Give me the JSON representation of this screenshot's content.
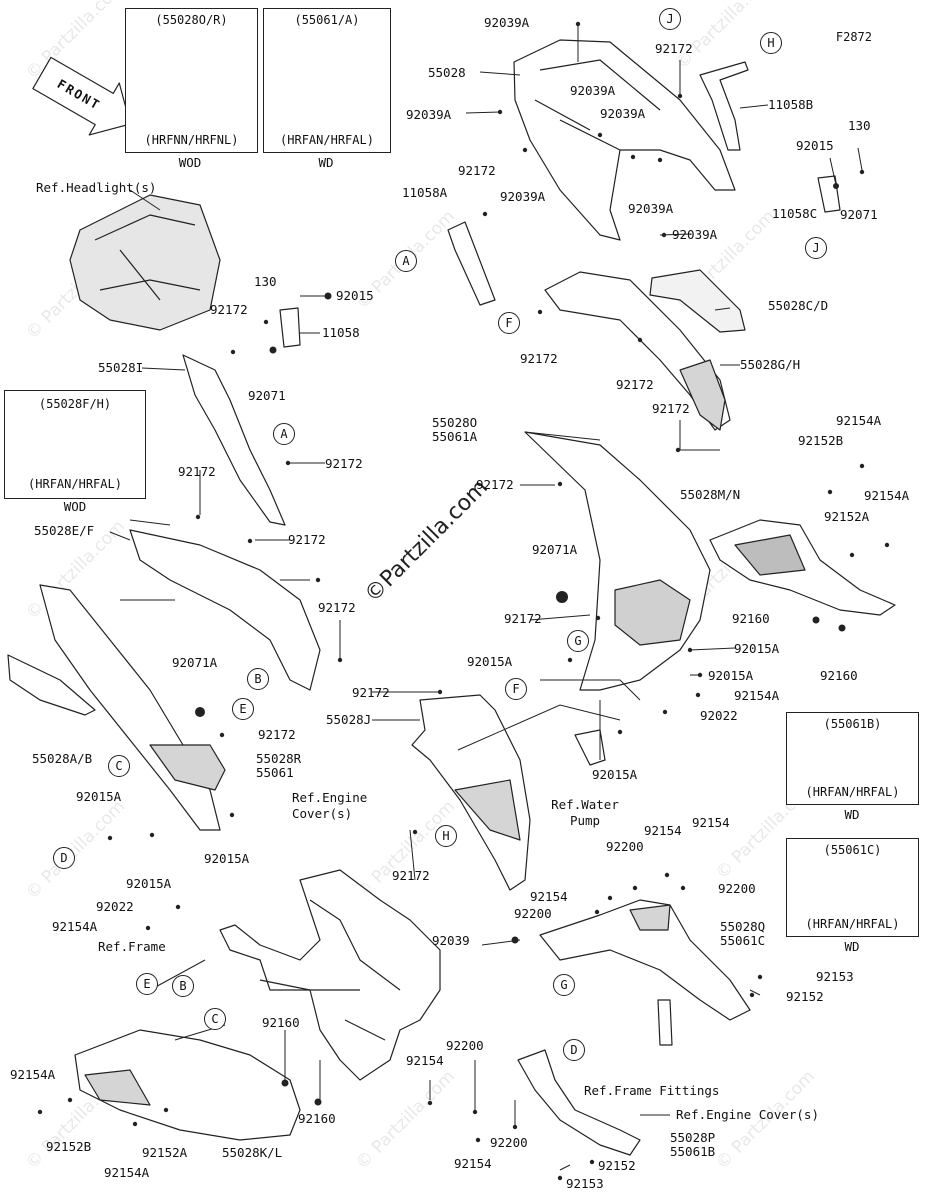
{
  "figure_code": "F2872",
  "front_label": "FRONT",
  "watermark": "© Partzilla.com",
  "brand_watermark": "©Partzilla.com",
  "variant_boxes": [
    {
      "id": "55028O/R",
      "title": "(55028O/R)",
      "sub": "(HRFNN/HRFNL)",
      "caption": "WOD"
    },
    {
      "id": "55061/A",
      "title": "(55061/A)",
      "sub": "(HRFAN/HRFAL)",
      "caption": "WD"
    },
    {
      "id": "55028F/H",
      "title": "(55028F/H)",
      "sub": "(HRFAN/HRFAL)",
      "caption": "WOD"
    },
    {
      "id": "55061B",
      "title": "(55061B)",
      "sub": "(HRFAN/HRFAL)",
      "caption": "WD"
    },
    {
      "id": "55061C",
      "title": "(55061C)",
      "sub": "(HRFAN/HRFAL)",
      "caption": "WD"
    }
  ],
  "callouts": [
    "A",
    "B",
    "C",
    "D",
    "E",
    "F",
    "G",
    "H",
    "J"
  ],
  "references": {
    "headlight": "Ref.Headlight(s)",
    "engine_cover_1": "Ref.Engine\nCover(s)",
    "water_pump": "Ref.Water\nPump",
    "frame": "Ref.Frame",
    "frame_fittings": "Ref.Frame Fittings",
    "engine_cover_2": "Ref.Engine Cover(s)"
  },
  "part_labels": [
    "92039A",
    "55028",
    "92039A",
    "92039A",
    "92039A",
    "92172",
    "92039A",
    "92039A",
    "92039A",
    "92172",
    "11058B",
    "130",
    "92015",
    "11058C",
    "92071",
    "11058A",
    "92172",
    "55028C/D",
    "55028G/H",
    "92172",
    "130",
    "92015",
    "92172",
    "11058",
    "55028I",
    "92071",
    "92172",
    "92172",
    "55028E/F",
    "92172",
    "92172",
    "92172",
    "55028O\n55061A",
    "92172",
    "92154A",
    "92152B",
    "92154A",
    "92152A",
    "55028M/N",
    "92071A",
    "92172",
    "92015A",
    "92015A",
    "92015A",
    "92154A",
    "92022",
    "92160",
    "92160",
    "92015A",
    "92071A",
    "92172",
    "55028A/B",
    "55028R\n55061",
    "92015A",
    "92015A",
    "92015A",
    "92022",
    "92154A",
    "92172",
    "55028J",
    "92172",
    "92154",
    "92154",
    "92200",
    "92200",
    "92154",
    "92200",
    "92039",
    "55028Q\n55061C",
    "92153",
    "92152",
    "92160",
    "92160",
    "92154A",
    "92152B",
    "92152A",
    "92154A",
    "55028K/L",
    "92154",
    "92200",
    "92200",
    "92154",
    "55028P\n55061B",
    "92152",
    "92153"
  ]
}
